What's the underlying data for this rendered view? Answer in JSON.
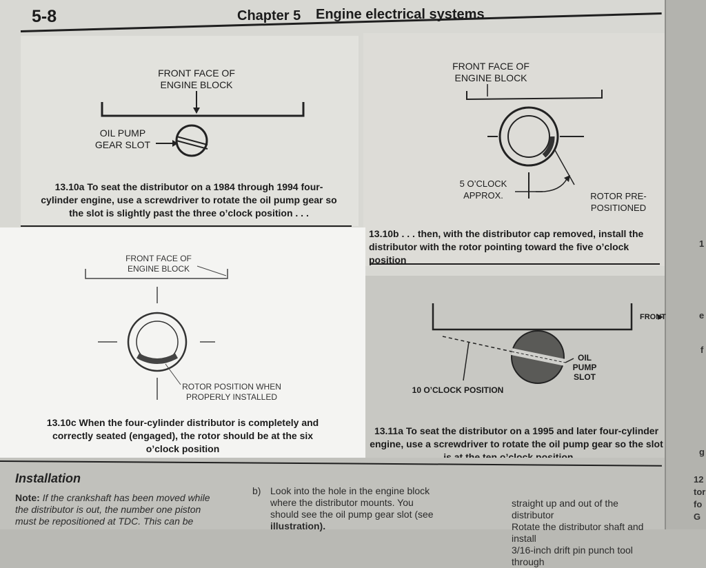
{
  "header": {
    "page_number": "5-8",
    "chapter": "Chapter 5",
    "title": "Engine electrical systems"
  },
  "figures": {
    "fig_13_10a": {
      "labels": {
        "front_face_line1": "FRONT FACE OF",
        "front_face_line2": "ENGINE BLOCK",
        "oil_pump_line1": "OIL PUMP",
        "oil_pump_line2": "GEAR SLOT"
      },
      "caption": {
        "number": "13.10a",
        "line1": "To seat the distributor on a 1984 through 1994 four-",
        "line2": "cylinder engine, use a screwdriver to rotate the oil pump gear so",
        "line3": "the slot is slightly past the three o’clock position . . ."
      }
    },
    "fig_13_10b": {
      "labels": {
        "front_face_line1": "FRONT FACE OF",
        "front_face_line2": "ENGINE BLOCK",
        "five_oclock_line1": "5 O’CLOCK",
        "five_oclock_line2": "APPROX.",
        "rotor": "ROTOR PRE-POSITIONED"
      },
      "caption": {
        "number": "13.10b",
        "line1": ". . . then, with the distributor cap removed, install the",
        "line2": "distributor with the rotor pointing toward the five o’clock position"
      }
    },
    "fig_13_10c": {
      "labels": {
        "front_face_line1": "FRONT FACE OF",
        "front_face_line2": "ENGINE BLOCK",
        "rotor_line1": "ROTOR POSITION WHEN",
        "rotor_line2": "PROPERLY INSTALLED"
      },
      "caption": {
        "number": "13.10c",
        "line1": "When the four-cylinder distributor is completely and",
        "line2": "correctly seated (engaged), the rotor should be at the six",
        "line3": "o’clock position"
      }
    },
    "fig_13_11a": {
      "labels": {
        "front": "FRONT",
        "oil_pump_line1": "OIL",
        "oil_pump_line2": "PUMP",
        "oil_pump_line3": "SLOT",
        "ten_oclock": "10 O’CLOCK POSITION"
      },
      "caption": {
        "number": "13.11a",
        "line1": "To seat the distributor on a 1995 and later four-cylinder",
        "line2": "engine, use a screwdriver to rotate the oil pump gear so the slot",
        "line3": "is at the ten o’clock position . . ."
      }
    }
  },
  "installation": {
    "heading": "Installation",
    "note_label": "Note:",
    "col1": [
      "If the crankshaft has been moved while",
      "the distributor is out, the number one piston",
      "must be repositioned at TDC. This can be"
    ],
    "col2_marker": "b)",
    "col2": [
      "Look into the hole in the engine block",
      "where the distributor mounts. You",
      "should see the oil pump gear slot (see",
      "illustration)."
    ],
    "col3": [
      "straight up and out of the distributor",
      "Rotate the distributor shaft and install",
      "3/16-inch drift pin punch tool through"
    ]
  },
  "right_page_fragments": [
    "1",
    "e",
    "f",
    "g",
    "12",
    "tor",
    "fo",
    "G"
  ]
}
